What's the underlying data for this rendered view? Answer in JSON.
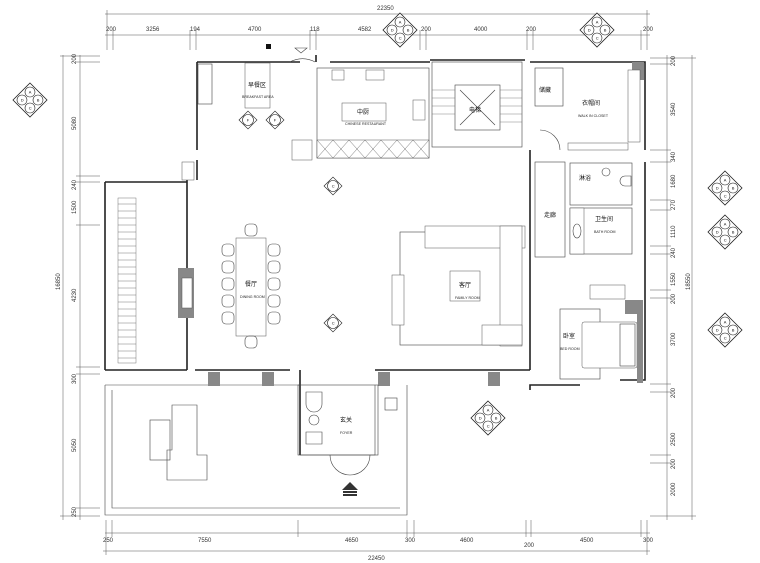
{
  "title": "Floor Plan",
  "dimensions": {
    "top_total": "22350",
    "top": [
      "200",
      "3256",
      "194",
      "4700",
      "118",
      "4582",
      "200",
      "4000",
      "200",
      "200"
    ],
    "bottom_total": "22450",
    "bottom": [
      "250",
      "7550",
      "4650",
      "300",
      "4600",
      "200",
      "4500",
      "300"
    ],
    "left_total": "16850",
    "left": [
      "200",
      "5080",
      "240",
      "1500",
      "4230",
      "300",
      "5050",
      "250"
    ],
    "right_total": "18550",
    "right": [
      "200",
      "3540",
      "340",
      "1680",
      "270",
      "1110",
      "240",
      "1550",
      "200",
      "3700",
      "200",
      "2500",
      "200",
      "2000"
    ]
  },
  "rooms": {
    "breakfast": {
      "zh": "早餐区",
      "en": "BREAKFAST AREA"
    },
    "kitchen": {
      "zh": "中厨",
      "en": "CHINESE RESTAURANT"
    },
    "elevator": {
      "zh": "电梯"
    },
    "storage": {
      "zh": "储藏"
    },
    "closet": {
      "zh": "衣帽间",
      "en": "WALK IN CLOSET"
    },
    "shower": {
      "zh": "淋浴"
    },
    "corridor": {
      "zh": "走廊"
    },
    "bath": {
      "zh": "卫生间",
      "en": "BATH ROOM"
    },
    "dining": {
      "zh": "餐厅",
      "en": "DINING ROOM"
    },
    "family": {
      "zh": "客厅",
      "en": "FAMILY ROOM"
    },
    "bedroom": {
      "zh": "卧室",
      "en": "BED ROOM"
    },
    "foyer": {
      "zh": "玄关",
      "en": "FOYER"
    }
  },
  "markers": {
    "a": "A",
    "b": "B",
    "c": "C",
    "d": "D",
    "e": "E",
    "f": "F"
  }
}
